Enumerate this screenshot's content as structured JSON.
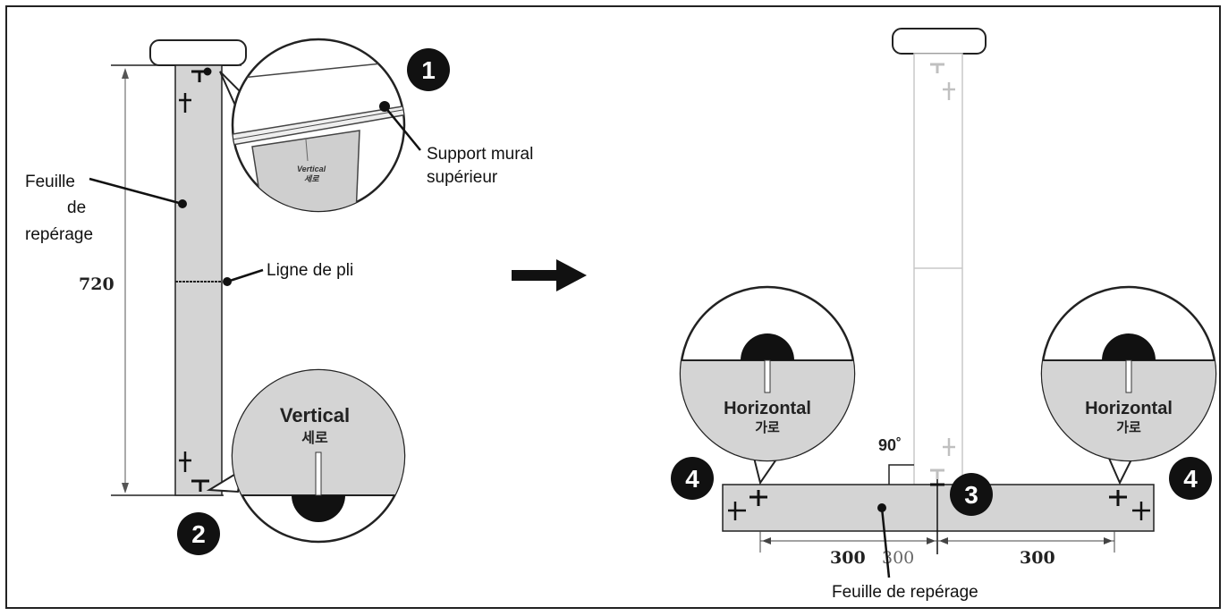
{
  "labels": {
    "feuille_line1": "Feuille",
    "feuille_line2": "de",
    "feuille_line3": "repérage",
    "support_line1": "Support mural",
    "support_line2": "supérieur",
    "ligne_de_pli": "Ligne de pli",
    "feuille_bottom": "Feuille de repérage"
  },
  "dimensions": {
    "height": "720",
    "left": "300",
    "middle": "300",
    "right": "300",
    "angle": "90˚"
  },
  "callouts": {
    "vertical": "Vertical",
    "vertical_ko": "세로",
    "vertical_small": "Vertical",
    "vertical_small_ko": "세로",
    "horizontal": "Horizontal",
    "horizontal_ko": "가로"
  },
  "steps": [
    "1",
    "2",
    "3",
    "4",
    "4"
  ]
}
